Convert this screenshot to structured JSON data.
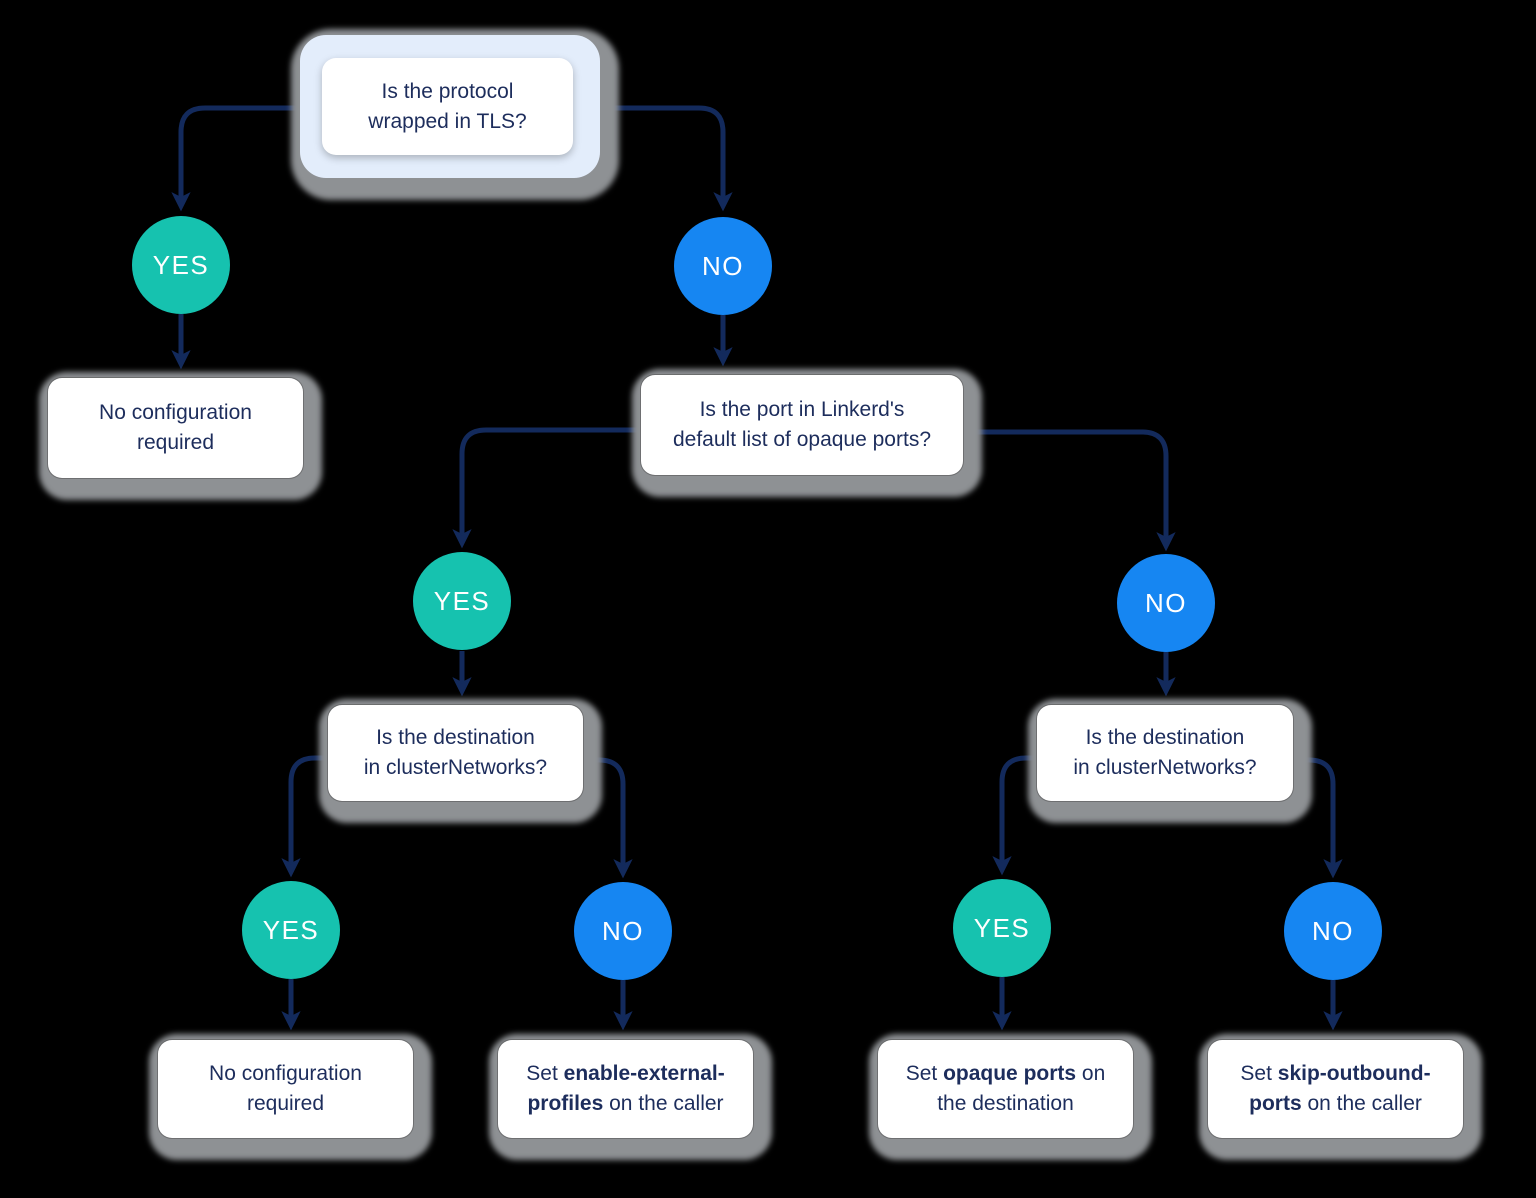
{
  "colors": {
    "background": "#000000",
    "line": "#132a5c",
    "text": "#1d2d5c",
    "yes_circle": "#16c2af",
    "no_circle": "#1686f2",
    "circle_text": "#ffffff",
    "card_bg": "#ffffff",
    "root_outer_bg": "#e3edfb",
    "halo": "#8e9194"
  },
  "labels": {
    "yes": "YES",
    "no": "NO"
  },
  "nodes": {
    "q_tls": {
      "text": "Is the protocol\nwrapped in TLS?"
    },
    "r_no_config_top": {
      "text": "No configuration\nrequired"
    },
    "q_opaque": {
      "text": "Is the port in Linkerd's\ndefault list of opaque ports?"
    },
    "q_cluster_left": {
      "text": "Is the destination\nin clusterNetworks?"
    },
    "q_cluster_right": {
      "text": "Is the destination\nin clusterNetworks?"
    },
    "r_no_config_bottom": {
      "text": "No configuration\nrequired"
    },
    "r_enable_external_profiles": {
      "prefix": "Set ",
      "bold": "enable-external-profiles",
      "suffix": " on the caller"
    },
    "r_opaque_ports": {
      "prefix": "Set ",
      "bold": "opaque ports",
      "suffix": " on the destination"
    },
    "r_skip_outbound_ports": {
      "prefix": "Set ",
      "bold": "skip-outbound-ports",
      "suffix": " on the caller"
    }
  }
}
